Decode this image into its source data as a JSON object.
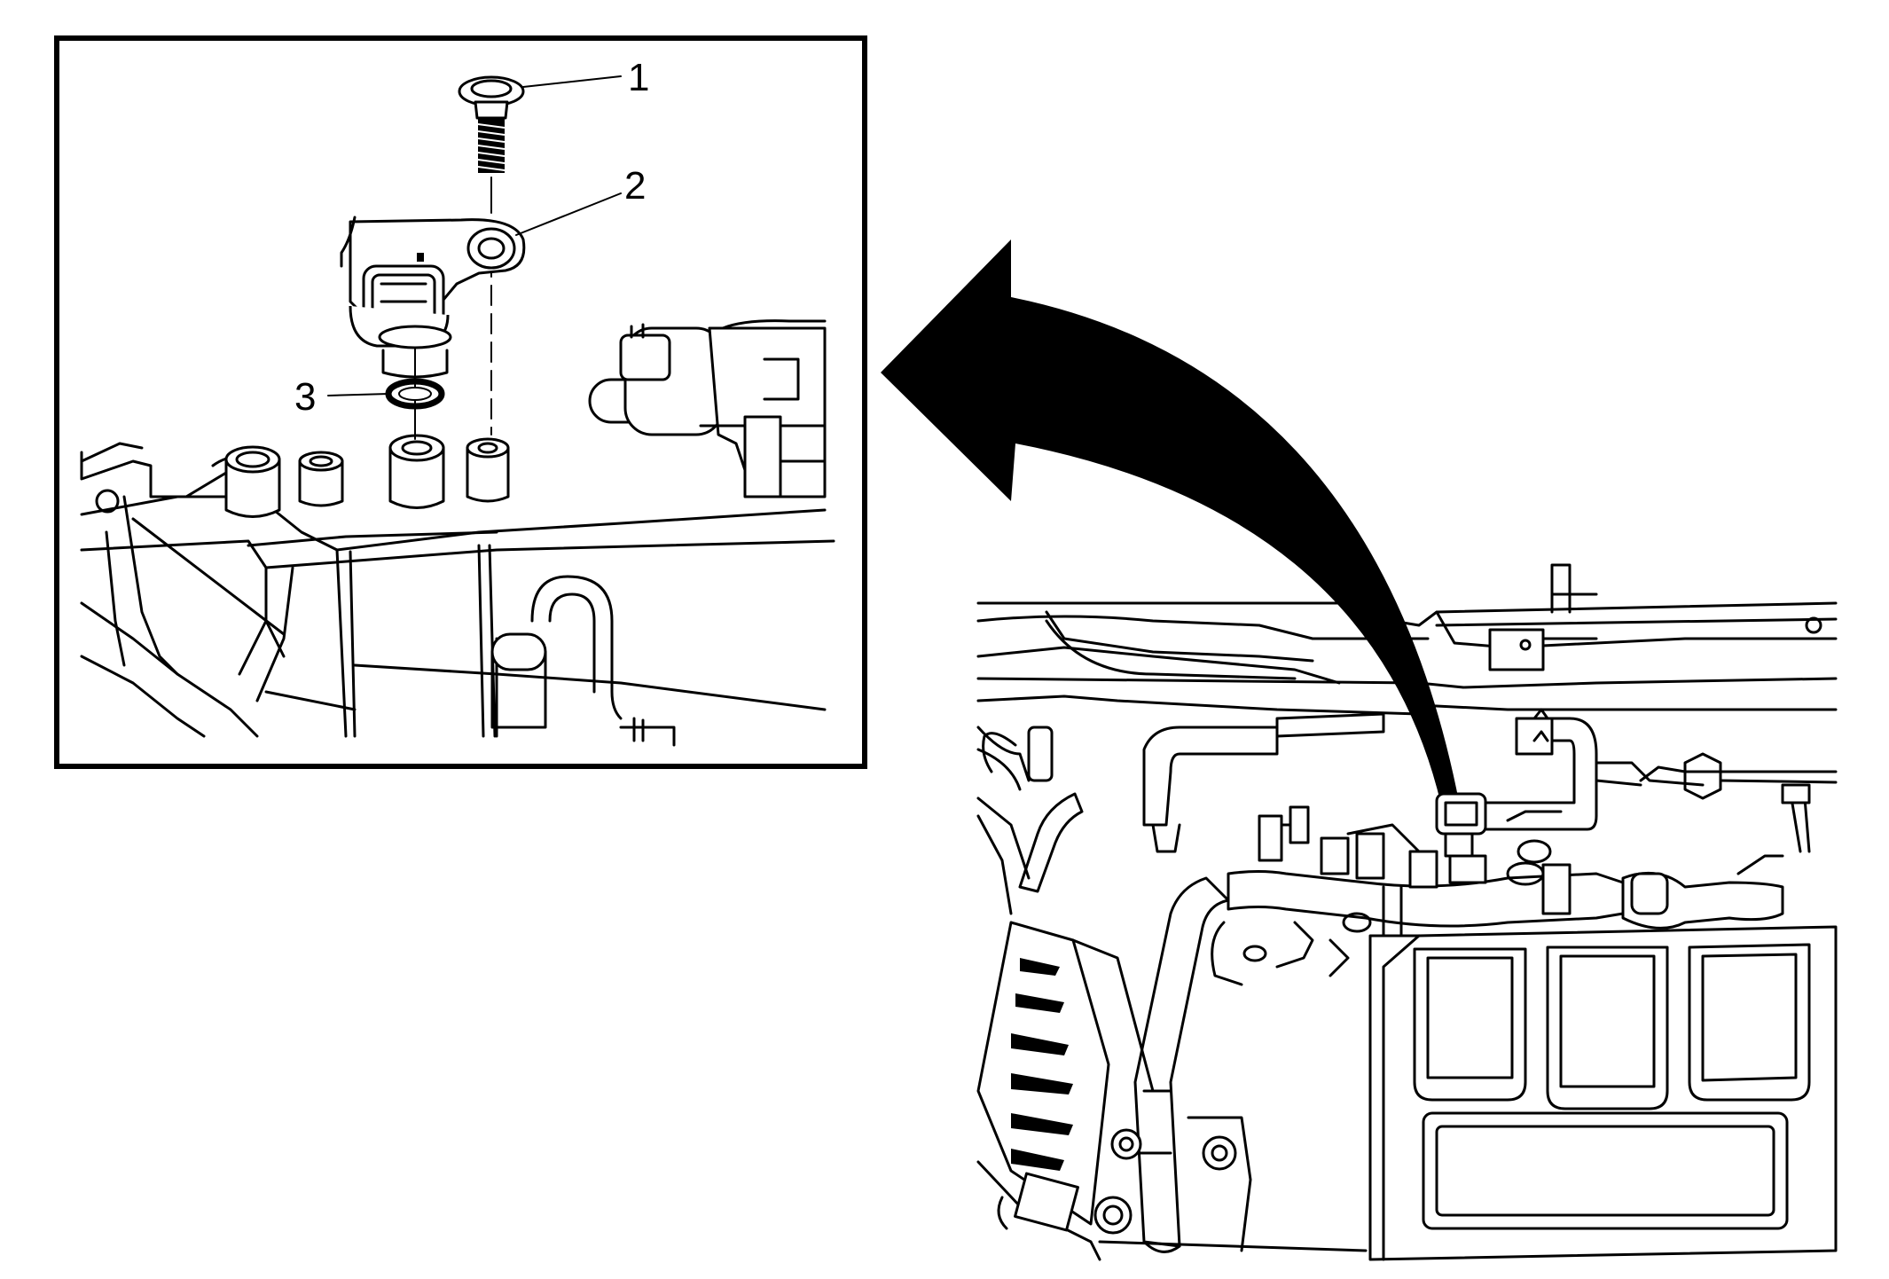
{
  "diagram": {
    "callouts": [
      {
        "id": "callout-1",
        "label": "1"
      },
      {
        "id": "callout-2",
        "label": "2"
      },
      {
        "id": "callout-3",
        "label": "3"
      }
    ],
    "colors": {
      "line": "#000000",
      "background": "#ffffff"
    }
  }
}
